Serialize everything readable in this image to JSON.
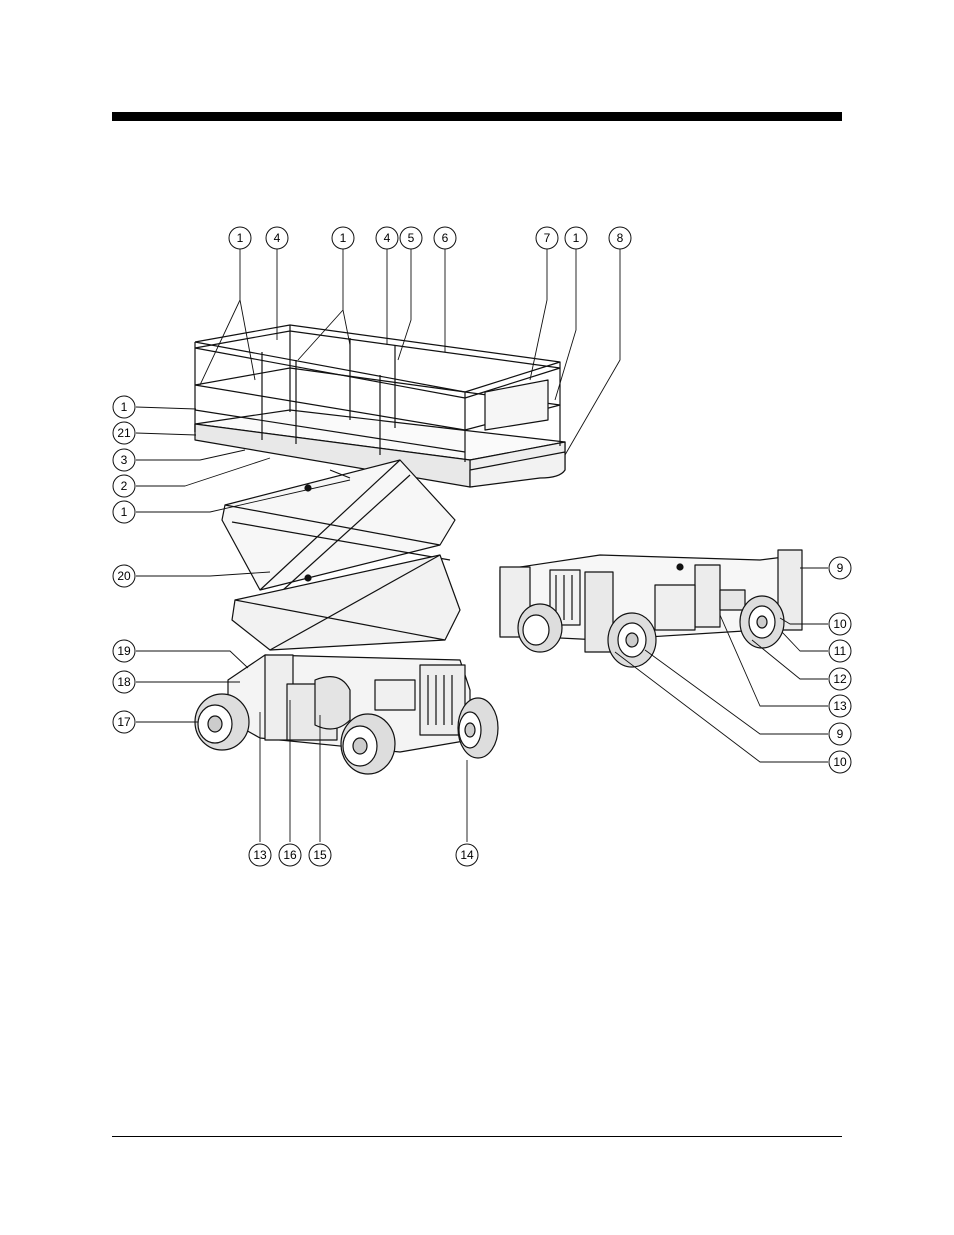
{
  "callouts": [
    {
      "id": "c-top-1a",
      "label": "1"
    },
    {
      "id": "c-top-4a",
      "label": "4"
    },
    {
      "id": "c-top-1b",
      "label": "1"
    },
    {
      "id": "c-top-4b",
      "label": "4"
    },
    {
      "id": "c-top-5",
      "label": "5"
    },
    {
      "id": "c-top-6",
      "label": "6"
    },
    {
      "id": "c-top-7",
      "label": "7"
    },
    {
      "id": "c-top-1c",
      "label": "1"
    },
    {
      "id": "c-top-8",
      "label": "8"
    },
    {
      "id": "c-left-1a",
      "label": "1"
    },
    {
      "id": "c-left-21",
      "label": "21"
    },
    {
      "id": "c-left-3",
      "label": "3"
    },
    {
      "id": "c-left-2",
      "label": "2"
    },
    {
      "id": "c-left-1b",
      "label": "1"
    },
    {
      "id": "c-left-20",
      "label": "20"
    },
    {
      "id": "c-left-19",
      "label": "19"
    },
    {
      "id": "c-left-18",
      "label": "18"
    },
    {
      "id": "c-left-17",
      "label": "17"
    },
    {
      "id": "c-bot-13",
      "label": "13"
    },
    {
      "id": "c-bot-16",
      "label": "16"
    },
    {
      "id": "c-bot-15",
      "label": "15"
    },
    {
      "id": "c-bot-14",
      "label": "14"
    },
    {
      "id": "c-right-9a",
      "label": "9"
    },
    {
      "id": "c-right-10a",
      "label": "10"
    },
    {
      "id": "c-right-11",
      "label": "11"
    },
    {
      "id": "c-right-12",
      "label": "12"
    },
    {
      "id": "c-right-13",
      "label": "13"
    },
    {
      "id": "c-right-9b",
      "label": "9"
    },
    {
      "id": "c-right-10b",
      "label": "10"
    }
  ]
}
